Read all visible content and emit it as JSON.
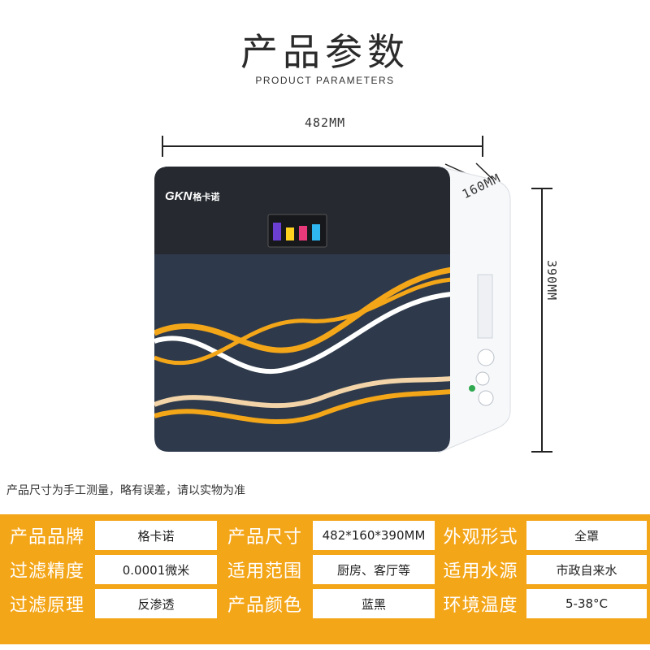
{
  "header": {
    "title": "产品参数",
    "subtitle": "PRODUCT PARAMETERS"
  },
  "product": {
    "brand_logo": "GKN",
    "brand_name_logo": "格卡诺",
    "width_label": "482MM",
    "depth_label": "160MM",
    "height_label": "390MM",
    "body_color": "#2e3a4b",
    "top_color": "#262a30",
    "wave_colors": [
      "#f4a619",
      "#ffffff",
      "#f2d4a8"
    ]
  },
  "note": "产品尺寸为手工测量，略有误差，请以实物为准",
  "specs": {
    "accent_color": "#f4a619",
    "rows": [
      [
        {
          "label": "产品品牌",
          "value": "格卡诺"
        },
        {
          "label": "产品尺寸",
          "value": "482*160*390MM"
        },
        {
          "label": "外观形式",
          "value": "全罩"
        }
      ],
      [
        {
          "label": "过滤精度",
          "value": "0.0001微米"
        },
        {
          "label": "适用范围",
          "value": "厨房、客厅等"
        },
        {
          "label": "适用水源",
          "value": "市政自来水"
        }
      ],
      [
        {
          "label": "过滤原理",
          "value": "反渗透"
        },
        {
          "label": "产品颜色",
          "value": "蓝黑"
        },
        {
          "label": "环境温度",
          "value": "5-38°C"
        }
      ]
    ]
  }
}
